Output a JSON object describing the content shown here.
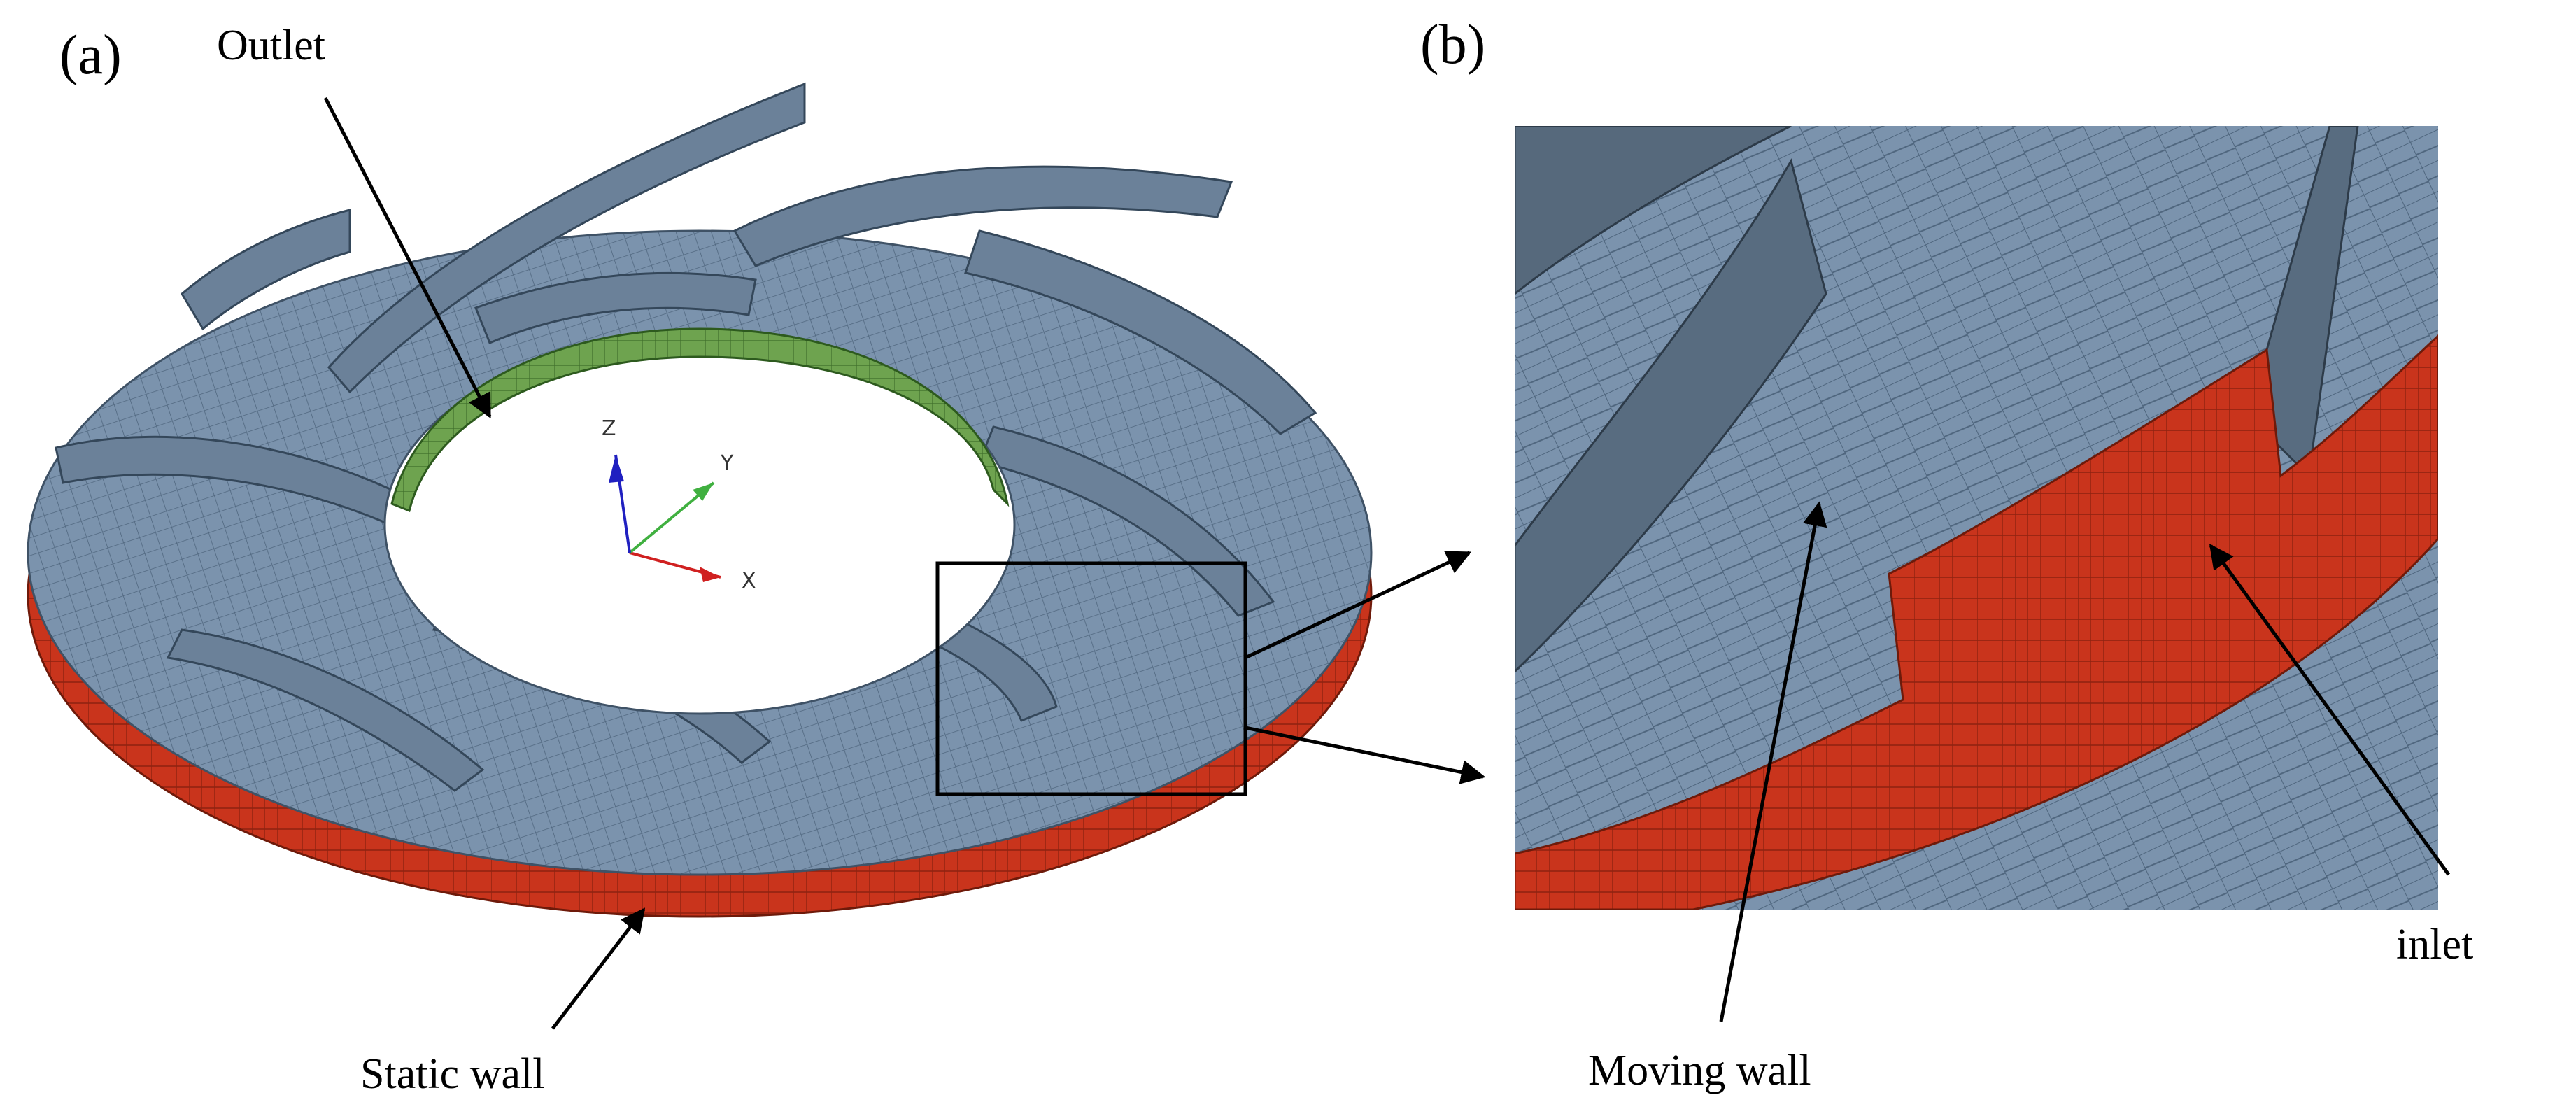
{
  "panels": {
    "a": "(a)",
    "b": "(b)"
  },
  "labels": {
    "outlet": "Outlet",
    "static_wall": "Static wall",
    "moving_wall": "Moving wall",
    "inlet": "inlet"
  },
  "axes": {
    "x": "X",
    "y": "Y",
    "z": "Z"
  },
  "colors": {
    "mesh_surface": "#7b93ad",
    "mesh_line": "#4f667e",
    "blade_side": "#5f7488",
    "static_wall": "#c9341c",
    "outlet": "#6ea34f",
    "axis_x": "#d02020",
    "axis_y": "#40b040",
    "axis_z": "#2020c0"
  }
}
